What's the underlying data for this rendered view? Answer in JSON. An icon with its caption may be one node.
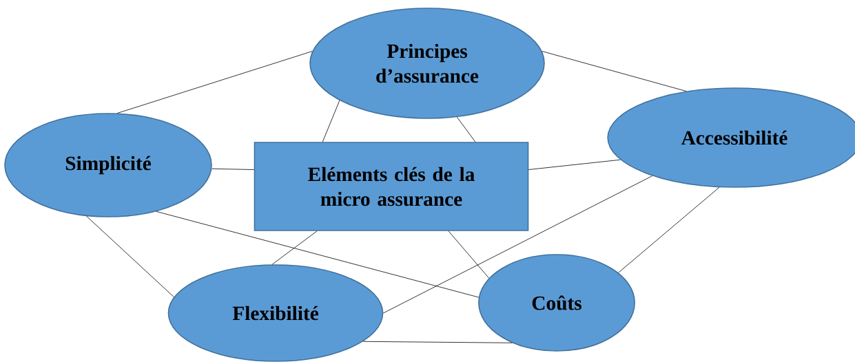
{
  "diagram": {
    "nodes": [
      {
        "text": [
          "Principes d’assurance"
        ]
      },
      {
        "text": [
          "Simplicité"
        ]
      },
      {
        "text": [
          "Eléments clés de la micro assurance"
        ]
      },
      {
        "text": [
          "Accessibilité"
        ]
      },
      {
        "text": [
          "Flexibilité"
        ]
      },
      {
        "text": [
          "Coûts"
        ]
      }
    ],
    "edges": [
      {
        "from": 1,
        "to": 0,
        "arrow": "none"
      },
      {
        "from": 0,
        "to": 3,
        "arrow": "none"
      },
      {
        "from": 0,
        "to": 2,
        "arrow": "none"
      },
      {
        "from": 0,
        "to": 2,
        "arrow": "none"
      },
      {
        "from": 1,
        "to": 2,
        "arrow": "none"
      },
      {
        "from": 2,
        "to": 3,
        "arrow": "none"
      },
      {
        "from": 1,
        "to": 5,
        "arrow": "none"
      },
      {
        "from": 1,
        "to": 4,
        "arrow": "none"
      },
      {
        "from": 2,
        "to": 4,
        "arrow": "none"
      },
      {
        "from": 2,
        "to": 5,
        "arrow": "none"
      },
      {
        "from": 3,
        "to": 4,
        "arrow": "none"
      },
      {
        "from": 3,
        "to": 5,
        "arrow": "none"
      },
      {
        "from": 4,
        "to": 5,
        "arrow": "none"
      }
    ]
  }
}
